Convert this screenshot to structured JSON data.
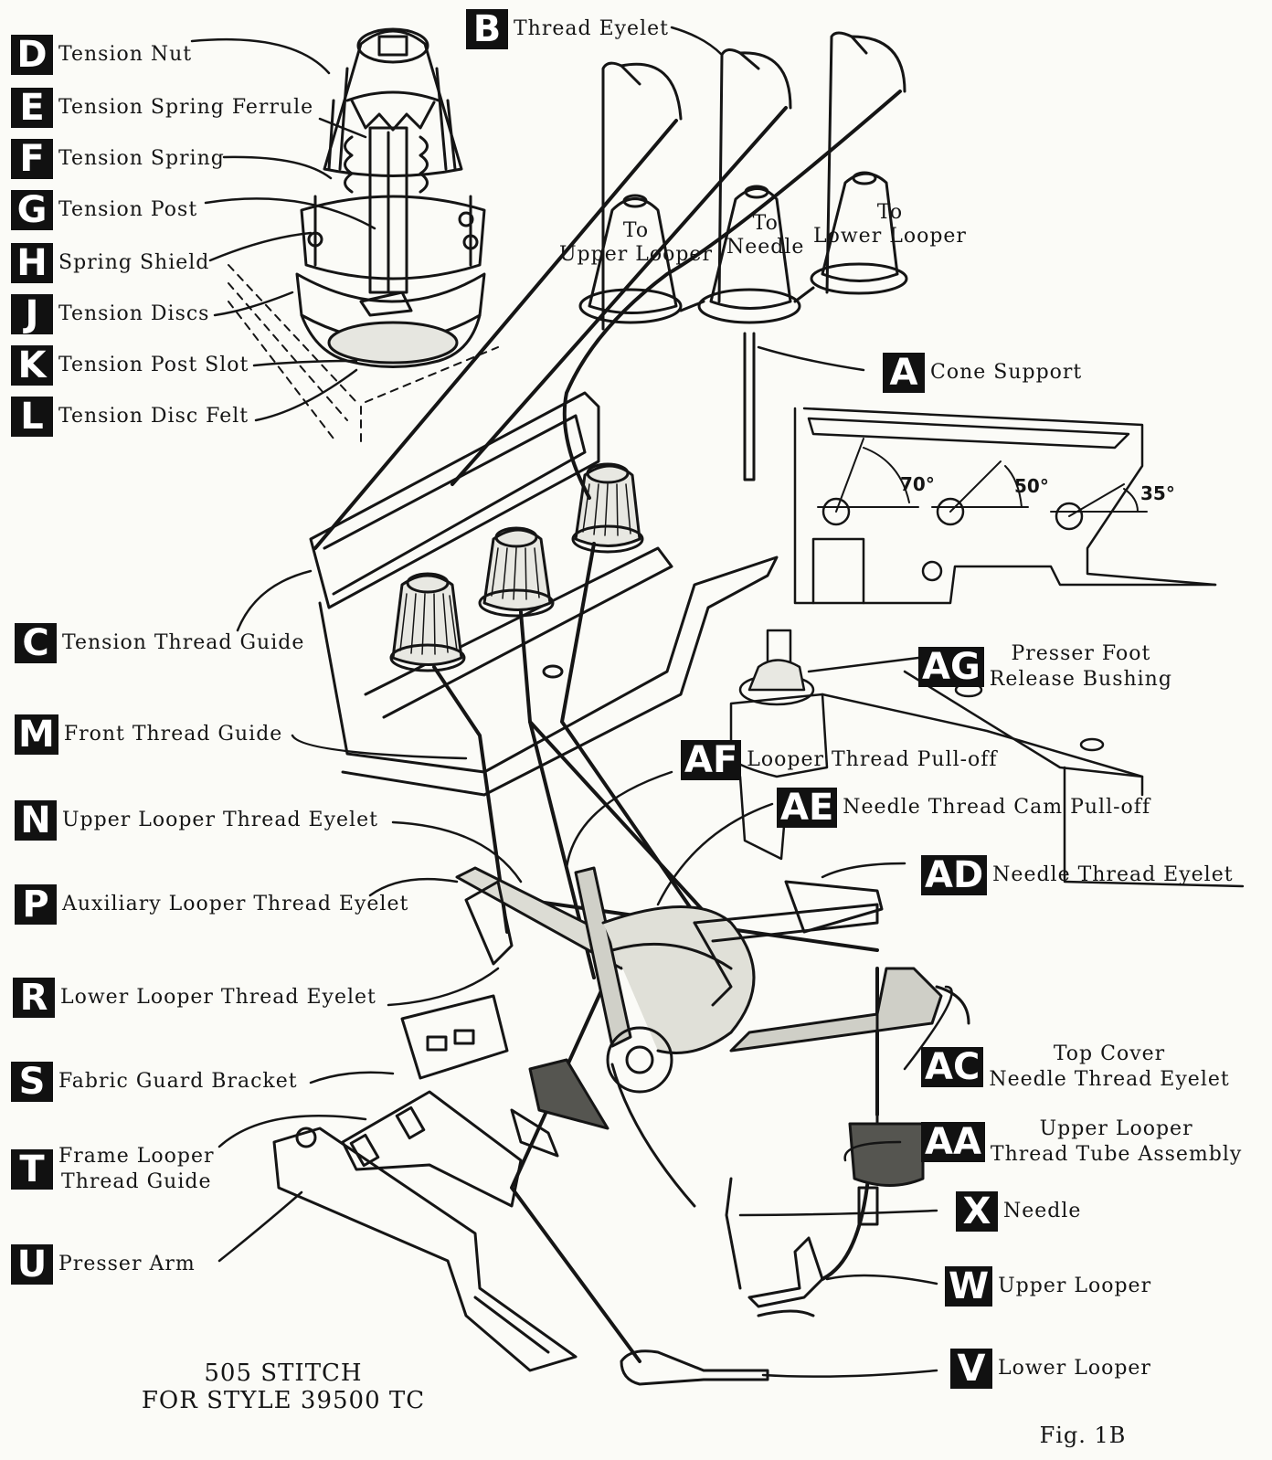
{
  "callouts": {
    "D": {
      "letter": "D",
      "label": "Tension Nut"
    },
    "E": {
      "letter": "E",
      "label": "Tension Spring Ferrule"
    },
    "F": {
      "letter": "F",
      "label": "Tension Spring"
    },
    "G": {
      "letter": "G",
      "label": "Tension Post"
    },
    "H": {
      "letter": "H",
      "label": "Spring Shield"
    },
    "J": {
      "letter": "J",
      "label": "Tension Discs"
    },
    "K": {
      "letter": "K",
      "label": "Tension Post Slot"
    },
    "L": {
      "letter": "L",
      "label": "Tension Disc Felt"
    },
    "B": {
      "letter": "B",
      "label": "Thread Eyelet"
    },
    "A": {
      "letter": "A",
      "label": "Cone Support"
    },
    "C": {
      "letter": "C",
      "label": "Tension Thread Guide"
    },
    "M": {
      "letter": "M",
      "label": "Front Thread Guide"
    },
    "N": {
      "letter": "N",
      "label": "Upper Looper Thread Eyelet"
    },
    "P": {
      "letter": "P",
      "label": "Auxiliary Looper Thread Eyelet"
    },
    "R": {
      "letter": "R",
      "label": "Lower Looper Thread Eyelet"
    },
    "S": {
      "letter": "S",
      "label": "Fabric Guard Bracket"
    },
    "T": {
      "letter": "T",
      "line1": "Frame Looper",
      "line2": "Thread Guide"
    },
    "U": {
      "letter": "U",
      "label": "Presser Arm"
    },
    "AG": {
      "letter": "AG",
      "line1": "Presser Foot",
      "line2": "Release Bushing"
    },
    "AF": {
      "letter": "AF",
      "label": "Looper Thread Pull-off"
    },
    "AE": {
      "letter": "AE",
      "label": "Needle Thread Cam Pull-off"
    },
    "AD": {
      "letter": "AD",
      "label": "Needle Thread Eyelet"
    },
    "AC": {
      "letter": "AC",
      "line1": "Top Cover",
      "line2": "Needle Thread Eyelet"
    },
    "AA": {
      "letter": "AA",
      "line1": "Upper Looper",
      "line2": "Thread Tube Assembly"
    },
    "X": {
      "letter": "X",
      "label": "Needle"
    },
    "W": {
      "letter": "W",
      "label": "Upper Looper"
    },
    "V": {
      "letter": "V",
      "label": "Lower Looper"
    }
  },
  "cones": {
    "upper": {
      "line1": "To",
      "line2": "Upper Looper"
    },
    "needle": {
      "line1": "To",
      "line2": "Needle"
    },
    "lower": {
      "line1": "To",
      "line2": "Lower Looper"
    }
  },
  "angles": {
    "a70": "70°",
    "a50": "50°",
    "a35": "35°"
  },
  "caption": {
    "line1": "505 STITCH",
    "line2": "FOR STYLE 39500 TC"
  },
  "figure": "Fig. 1B",
  "colors": {
    "ink": "#151515",
    "paper": "#fbfbf7",
    "badge": "#111111"
  }
}
